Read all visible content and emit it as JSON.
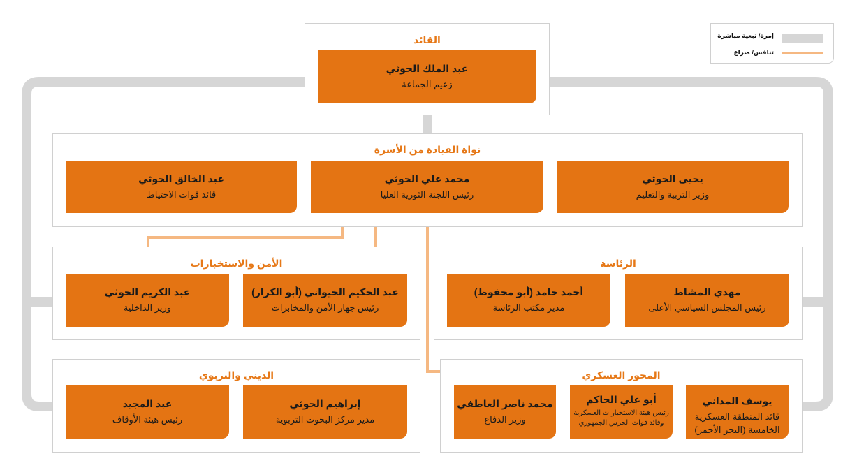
{
  "legend": {
    "direct_label": "إمرة/ تبعية مباشرة",
    "rivalry_label": "تنافس/ صراع",
    "direct_color": "#d6d6d6",
    "rivalry_color": "#f5b882"
  },
  "colors": {
    "card": "#e47413",
    "title": "#e67817"
  },
  "leader": {
    "title": "القائد",
    "card": {
      "name": "عبد الملك الحوثي",
      "role": "زعيم الجماعة"
    }
  },
  "core": {
    "title": "نواة القيادة من الأسرة",
    "cards": [
      {
        "name": "يحيى الحوثي",
        "role": "وزير التربية والتعليم"
      },
      {
        "name": "محمد علي الحوثي",
        "role": "رئيس اللجنة الثورية العليا"
      },
      {
        "name": "عبد الخالق الحوثي",
        "role": "قائد قوات الاحتياط"
      }
    ]
  },
  "presidency": {
    "title": "الرئاسة",
    "cards": [
      {
        "name": "مهدي المشاط",
        "role": "رئيس المجلس السياسي الأعلى"
      },
      {
        "name": "أحمد حامد (أبو محفوظ)",
        "role": "مدير مكتب الرئاسة"
      }
    ]
  },
  "security": {
    "title": "الأمن والاستخبارات",
    "cards": [
      {
        "name": "عبد الحكيم الخيواني (أبو الكرار)",
        "role": "رئيس جهاز الأمن والمخابرات"
      },
      {
        "name": "عبد الكريم الحوثي",
        "role": "وزير الداخلية"
      }
    ]
  },
  "military": {
    "title": "المحور العسكري",
    "cards": [
      {
        "name": "يوسف المداني",
        "role": "قائد المنطقة العسكرية الخامسة (البحر الأحمر)"
      },
      {
        "name": "أبو علي الحاكم",
        "role": "رئيس هيئة الاستخبارات العسكرية وقائد قوات الحرس الجمهوري"
      },
      {
        "name": "محمد ناصر العاطفي",
        "role": "وزير الدفاع"
      }
    ]
  },
  "religious": {
    "title": "الديني والتربوي",
    "cards": [
      {
        "name": "إبراهيم الحوثي",
        "role": "مدير مركز البحوث التربوية"
      },
      {
        "name": "عبد المجيد",
        "role": "رئيس هيئة الأوقاف"
      }
    ]
  }
}
